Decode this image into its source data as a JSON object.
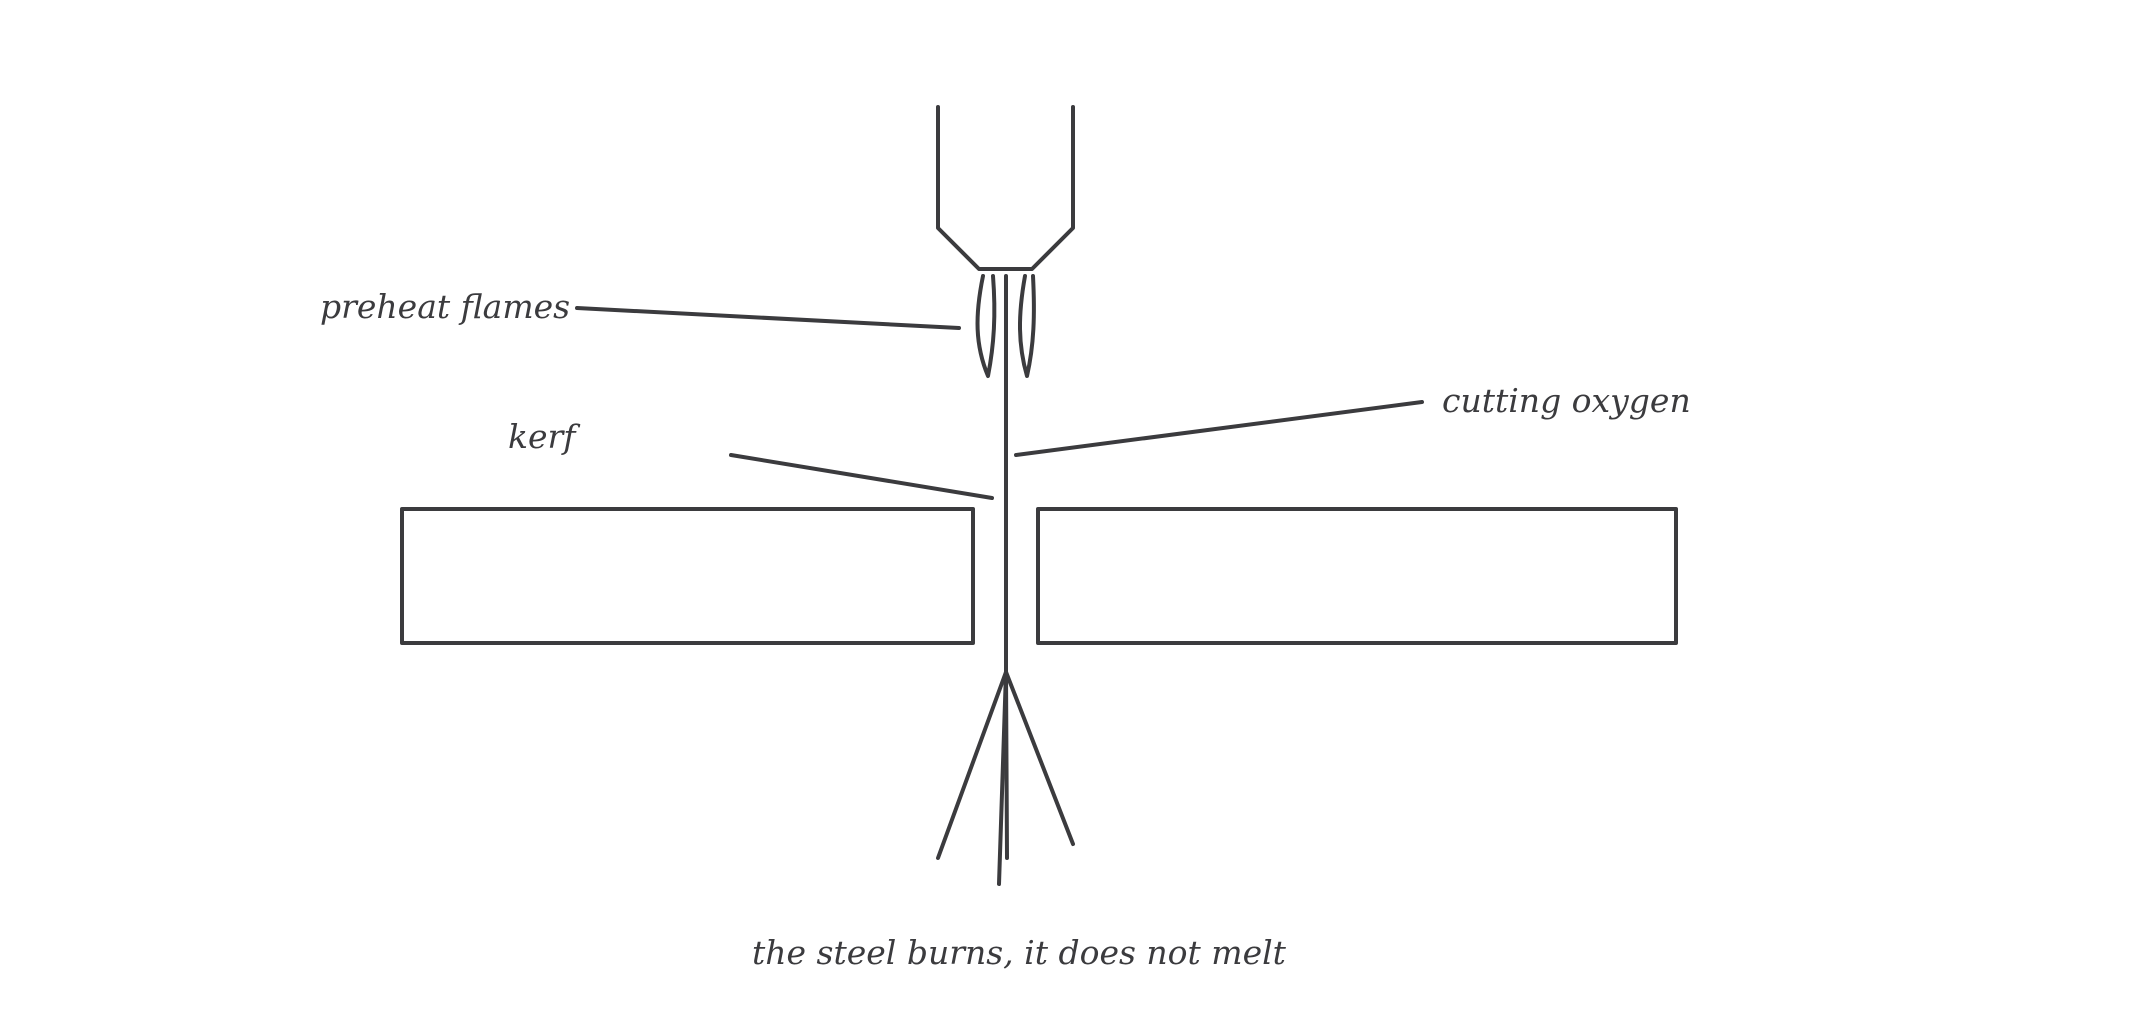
{
  "labels": {
    "preheat_flames": "preheat flames",
    "kerf": "kerf",
    "cutting_oxygen": "cutting oxygen",
    "caption": "the steel burns, it does not melt"
  },
  "colors": {
    "ink": "#3b3b3e",
    "background": "#ffffff"
  }
}
